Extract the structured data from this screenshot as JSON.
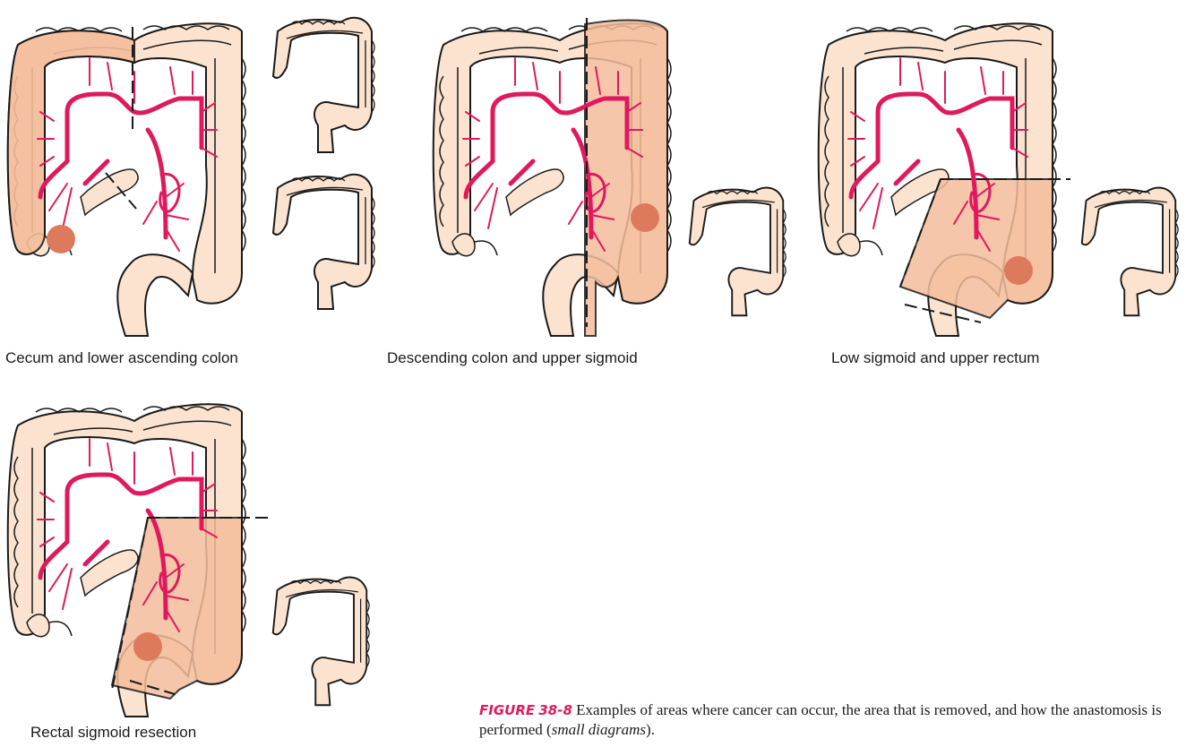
{
  "panels": [
    {
      "id": "p1",
      "caption": "Cecum and lower ascending colon"
    },
    {
      "id": "p2",
      "caption": "Descending colon and upper sigmoid"
    },
    {
      "id": "p3",
      "caption": "Low sigmoid and upper rectum"
    },
    {
      "id": "p4",
      "caption": "Rectal sigmoid resection"
    }
  ],
  "figure": {
    "label": "FIGURE",
    "number": "38-8",
    "text_before": " Examples of areas where cancer can occur, the area that is removed, and how the anastomosis is performed (",
    "text_italic": "small diagrams",
    "text_after": ")."
  },
  "colors": {
    "colon_fill": "#fbe3cf",
    "removed_fill": "#f4bd9b",
    "vessel": "#e0195e",
    "tumor": "#de7a5c",
    "outline": "#1a1a1a"
  }
}
